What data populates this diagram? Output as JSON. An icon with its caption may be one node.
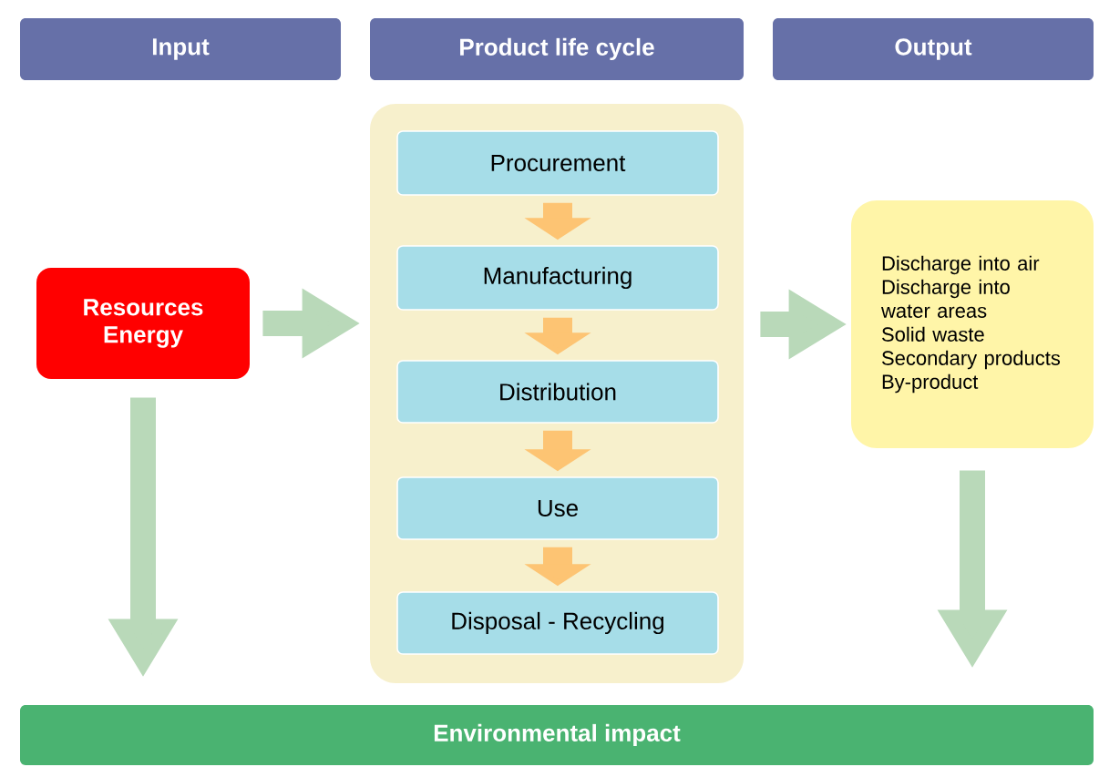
{
  "diagram": {
    "nodes": [
      {
        "text": [
          "Input"
        ]
      },
      {
        "text": [
          "Product life cycle"
        ]
      },
      {
        "text": [
          "Output"
        ]
      },
      {
        "text": [
          "Resources",
          "Energy"
        ]
      },
      {
        "text": [],
        "shape": "box"
      },
      {
        "text": [
          "Procurement"
        ],
        "in": 4
      },
      {
        "text": [
          "Manufacturing"
        ],
        "in": 4
      },
      {
        "text": [
          "Distribution"
        ],
        "in": 4
      },
      {
        "text": [
          "Use"
        ],
        "in": 4
      },
      {
        "text": [
          "Disposal - Recycling"
        ],
        "in": 4
      },
      {
        "text": [
          "Discharge into air",
          "Discharge into water areas",
          "Solid waste",
          "Secondary products",
          "By-product"
        ]
      },
      {
        "text": [
          "Environmental impact"
        ]
      }
    ],
    "edges": [
      {
        "from": 3,
        "to": 4,
        "arrow": "to",
        "color": "#b9d9b9"
      },
      {
        "from": 4,
        "to": 10,
        "arrow": "to",
        "color": "#b9d9b9"
      },
      {
        "from": 3,
        "to": 11,
        "arrow": "to",
        "color": "#b9d9b9"
      },
      {
        "from": 10,
        "to": 11,
        "arrow": "to",
        "color": "#b9d9b9"
      },
      {
        "from": 5,
        "to": 6,
        "arrow": "to",
        "color": "#fdc473"
      },
      {
        "from": 6,
        "to": 7,
        "arrow": "to",
        "color": "#fdc473"
      },
      {
        "from": 7,
        "to": 8,
        "arrow": "to",
        "color": "#fdc473"
      },
      {
        "from": 8,
        "to": 9,
        "arrow": "to",
        "color": "#fdc473"
      }
    ]
  }
}
